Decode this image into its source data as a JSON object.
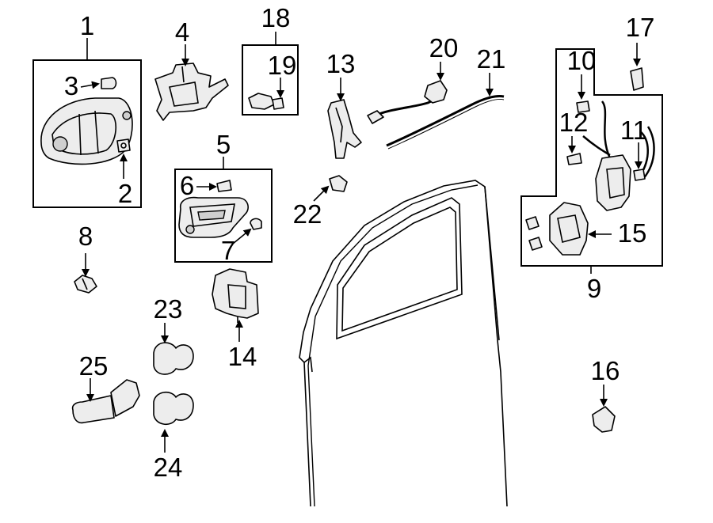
{
  "callouts": [
    {
      "id": "label-1",
      "text": "1"
    },
    {
      "id": "label-2",
      "text": "2"
    },
    {
      "id": "label-3",
      "text": "3"
    },
    {
      "id": "label-4",
      "text": "4"
    },
    {
      "id": "label-5",
      "text": "5"
    },
    {
      "id": "label-6",
      "text": "6"
    },
    {
      "id": "label-7",
      "text": "7"
    },
    {
      "id": "label-8",
      "text": "8"
    },
    {
      "id": "label-9",
      "text": "9"
    },
    {
      "id": "label-10",
      "text": "10"
    },
    {
      "id": "label-11",
      "text": "11"
    },
    {
      "id": "label-12",
      "text": "12"
    },
    {
      "id": "label-13",
      "text": "13"
    },
    {
      "id": "label-14",
      "text": "14"
    },
    {
      "id": "label-15",
      "text": "15"
    },
    {
      "id": "label-16",
      "text": "16"
    },
    {
      "id": "label-17",
      "text": "17"
    },
    {
      "id": "label-18",
      "text": "18"
    },
    {
      "id": "label-19",
      "text": "19"
    },
    {
      "id": "label-20",
      "text": "20"
    },
    {
      "id": "label-21",
      "text": "21"
    },
    {
      "id": "label-22",
      "text": "22"
    },
    {
      "id": "label-23",
      "text": "23"
    },
    {
      "id": "label-24",
      "text": "24"
    },
    {
      "id": "label-25",
      "text": "25"
    }
  ],
  "colors": {
    "ink": "#000000",
    "part_fill": "#ededed",
    "background": "#ffffff"
  }
}
